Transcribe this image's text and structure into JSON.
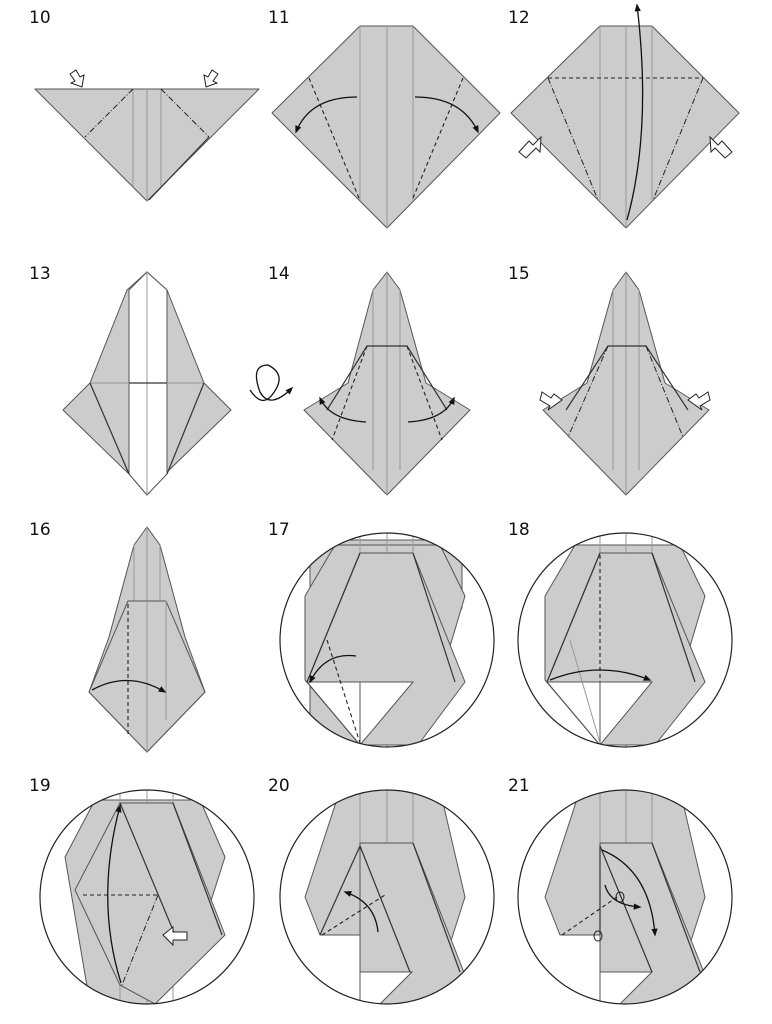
{
  "diagram": {
    "title": "Origami folding sequence",
    "paper_color": "#cccccc",
    "steps": [
      {
        "number": "10",
        "symbols": [
          "push-arrow",
          "push-arrow",
          "mountain-fold",
          "mountain-fold"
        ]
      },
      {
        "number": "11",
        "symbols": [
          "valley-fold",
          "valley-fold",
          "fold-arrow",
          "fold-arrow"
        ]
      },
      {
        "number": "12",
        "symbols": [
          "valley-fold",
          "mountain-fold",
          "mountain-fold",
          "push-arrow",
          "push-arrow",
          "fold-arrow"
        ]
      },
      {
        "number": "13",
        "symbols": [
          "turn-over"
        ]
      },
      {
        "number": "14",
        "symbols": [
          "valley-fold",
          "valley-fold",
          "fold-arrow",
          "fold-arrow"
        ]
      },
      {
        "number": "15",
        "symbols": [
          "mountain-fold",
          "mountain-fold",
          "push-arrow",
          "push-arrow"
        ]
      },
      {
        "number": "16",
        "symbols": [
          "valley-fold",
          "fold-arrow"
        ]
      },
      {
        "number": "17",
        "symbols": [
          "zoom-circle",
          "valley-fold",
          "fold-arrow"
        ]
      },
      {
        "number": "18",
        "symbols": [
          "zoom-circle",
          "valley-fold",
          "fold-arrow"
        ]
      },
      {
        "number": "19",
        "symbols": [
          "zoom-circle",
          "valley-fold",
          "mountain-fold",
          "push-arrow",
          "fold-arrow"
        ]
      },
      {
        "number": "20",
        "symbols": [
          "zoom-circle",
          "valley-fold",
          "fold-arrow"
        ]
      },
      {
        "number": "21",
        "symbols": [
          "zoom-circle",
          "valley-fold",
          "fold-arrow",
          "reference-point",
          "reference-point"
        ]
      }
    ]
  }
}
